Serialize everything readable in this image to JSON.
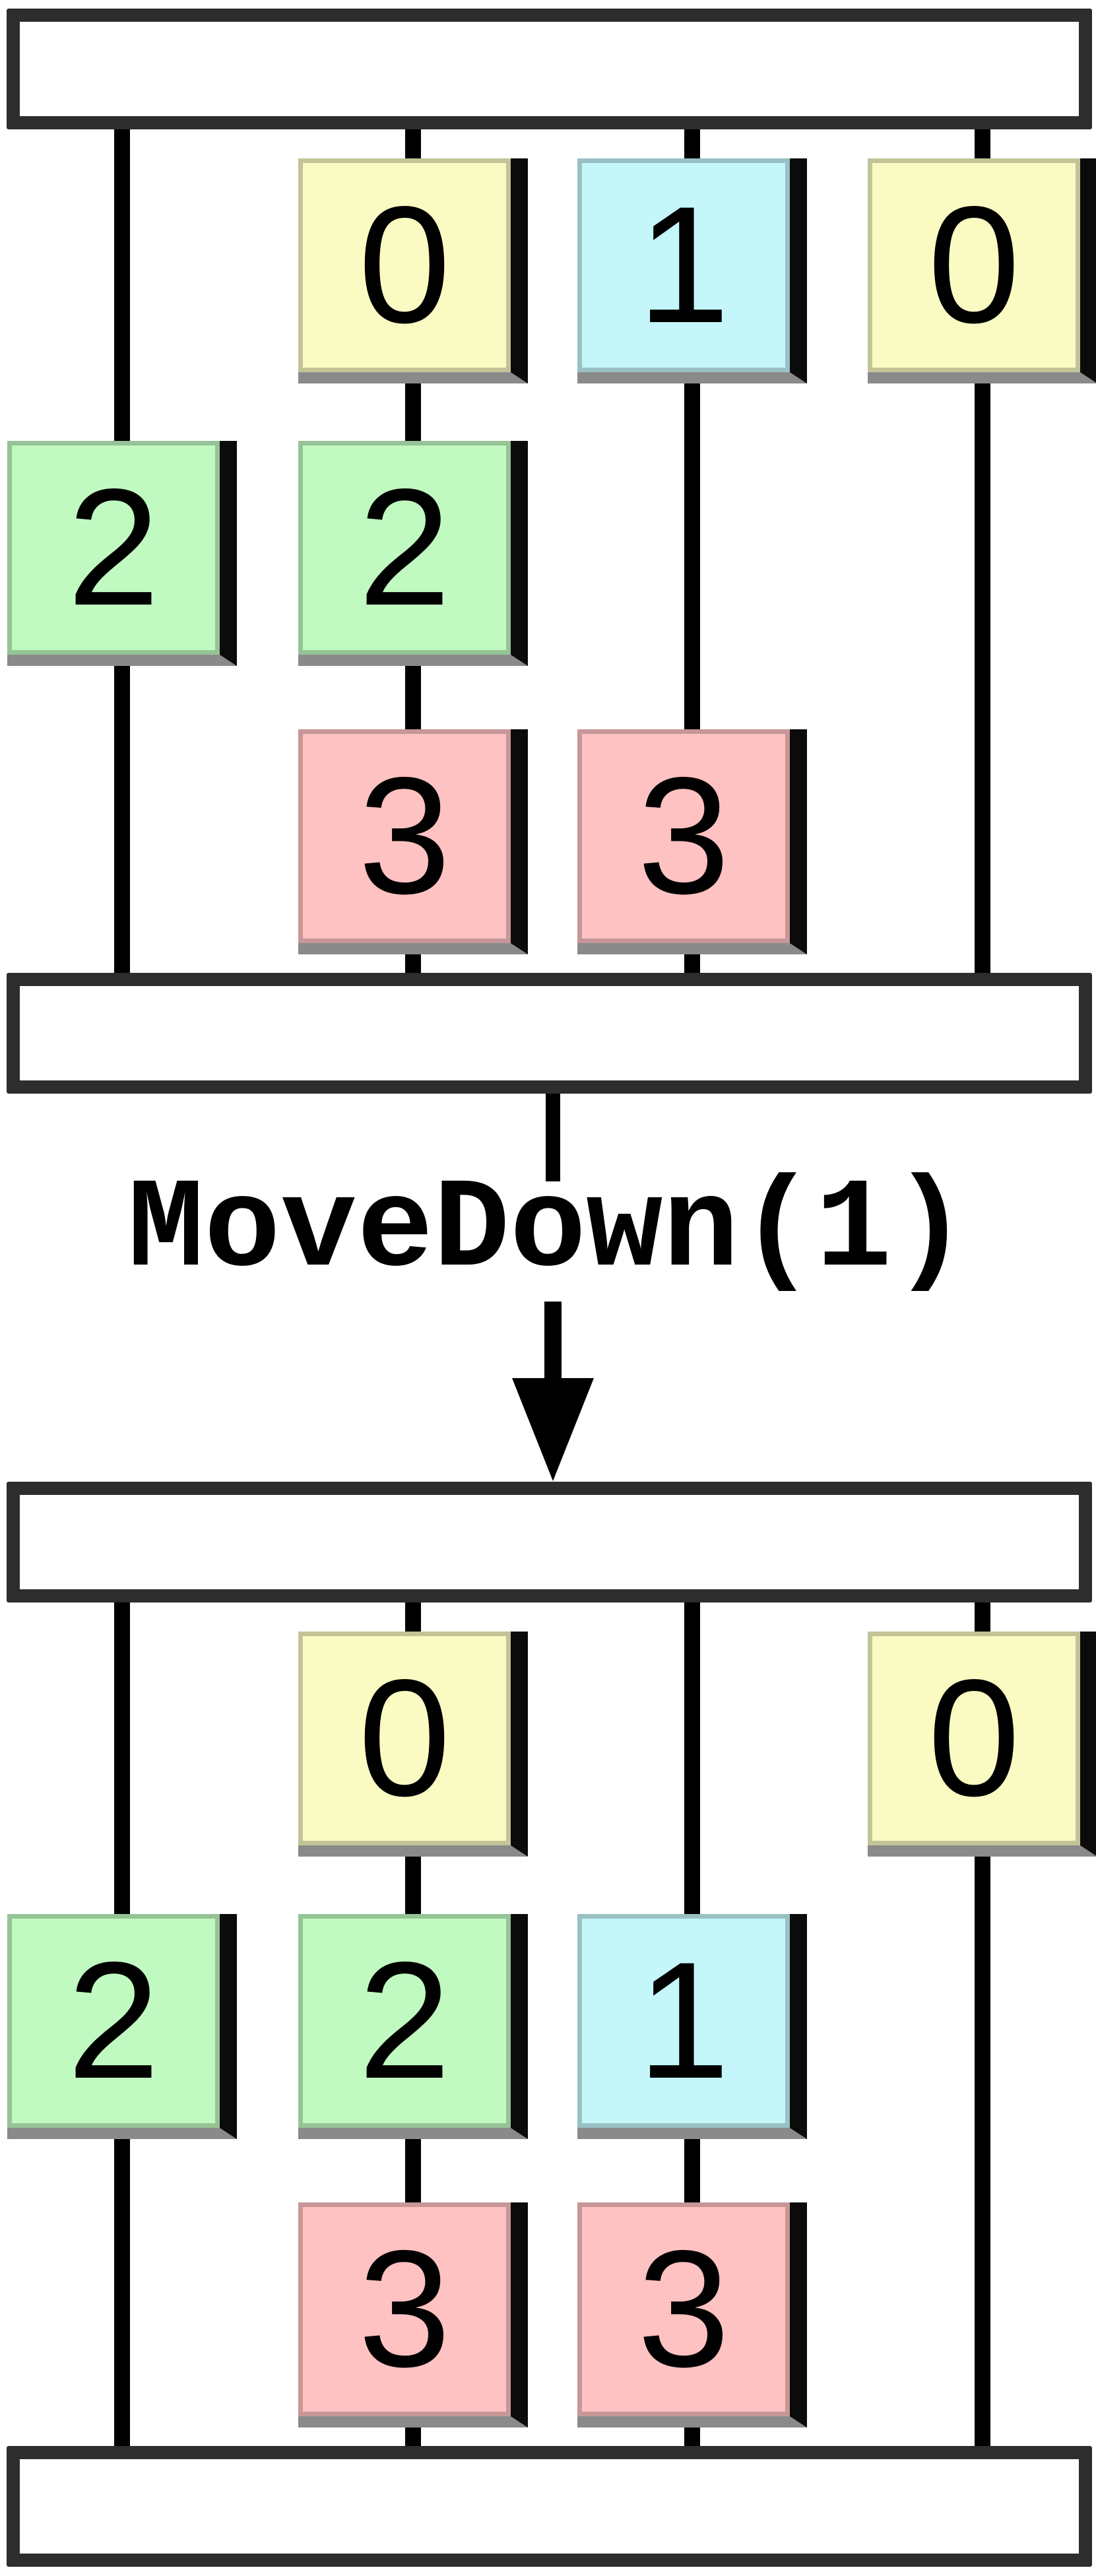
{
  "operation": {
    "label": "MoveDown(1)",
    "arrow_direction": "down"
  },
  "palette": {
    "yellow": "#FAFAC3",
    "cyan": "#C4F6FA",
    "green": "#C1FAC1",
    "pink": "#FFC2C2",
    "frame_border": "#2D2D2D",
    "frame_fill": "#FFFFFF",
    "wire": "#000000",
    "text": "#000000",
    "shadow_right": "#0B0B0B",
    "shadow_bottom": "#8A8A8A"
  },
  "abacus_before": {
    "name": "before",
    "num_wires": 4,
    "num_rows": 3,
    "beads": [
      {
        "wire": 1,
        "row": 0,
        "value": "0",
        "color": "yellow"
      },
      {
        "wire": 2,
        "row": 0,
        "value": "1",
        "color": "cyan"
      },
      {
        "wire": 3,
        "row": 0,
        "value": "0",
        "color": "yellow"
      },
      {
        "wire": 0,
        "row": 1,
        "value": "2",
        "color": "green"
      },
      {
        "wire": 1,
        "row": 1,
        "value": "2",
        "color": "green"
      },
      {
        "wire": 1,
        "row": 2,
        "value": "3",
        "color": "pink"
      },
      {
        "wire": 2,
        "row": 2,
        "value": "3",
        "color": "pink"
      }
    ]
  },
  "abacus_after": {
    "name": "after",
    "num_wires": 4,
    "num_rows": 3,
    "beads": [
      {
        "wire": 1,
        "row": 0,
        "value": "0",
        "color": "yellow"
      },
      {
        "wire": 3,
        "row": 0,
        "value": "0",
        "color": "yellow"
      },
      {
        "wire": 0,
        "row": 1,
        "value": "2",
        "color": "green"
      },
      {
        "wire": 1,
        "row": 1,
        "value": "2",
        "color": "green"
      },
      {
        "wire": 2,
        "row": 1,
        "value": "1",
        "color": "cyan"
      },
      {
        "wire": 1,
        "row": 2,
        "value": "3",
        "color": "pink"
      },
      {
        "wire": 2,
        "row": 2,
        "value": "3",
        "color": "pink"
      }
    ]
  }
}
